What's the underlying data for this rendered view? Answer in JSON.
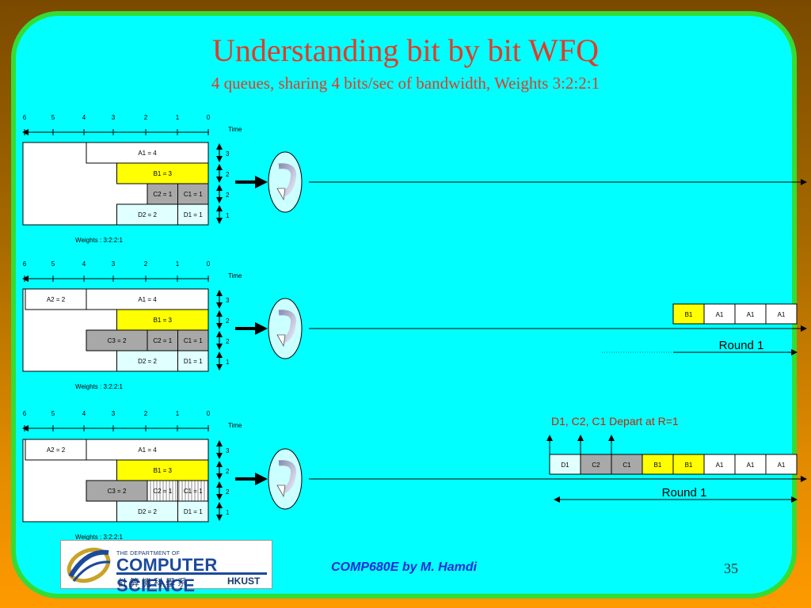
{
  "title": "Understanding bit by bit WFQ",
  "subtitle": "4 queues, sharing 4 bits/sec of bandwidth, Weights 3:2:2:1",
  "footer": "COMP680E by M. Hamdi",
  "page_number": "35",
  "logo": {
    "dept_line": "THE DEPARTMENT OF",
    "name": "COMPUTER SCIENCE",
    "chinese": "計算機科學系",
    "school": "HKUST",
    "icon": "hkust-logo-icon"
  },
  "timeline": {
    "ticks": [
      "6",
      "5",
      "4",
      "3",
      "2",
      "1",
      "0"
    ],
    "label": "Time"
  },
  "panels": [
    {
      "weights": "Weights : 3:2:2:1",
      "queues": [
        {
          "weight": "3",
          "packets": [
            {
              "label": "A1 = 4",
              "start": 0,
              "end": 4,
              "color": "#ffffff"
            }
          ]
        },
        {
          "weight": "2",
          "packets": [
            {
              "label": "B1  = 3",
              "start": 0,
              "end": 3,
              "color": "#ffff00"
            }
          ]
        },
        {
          "weight": "2",
          "packets": [
            {
              "label": "C1 = 1",
              "start": 0,
              "end": 1,
              "color": "#a8a8a8"
            },
            {
              "label": "C2 = 1",
              "start": 1,
              "end": 2,
              "color": "#a8a8a8"
            }
          ]
        },
        {
          "weight": "1",
          "packets": [
            {
              "label": "D1 = 1",
              "start": 0,
              "end": 1,
              "color": "#e0ffff"
            },
            {
              "label": "D2 = 2",
              "start": 1,
              "end": 3,
              "color": "#e0ffff"
            }
          ]
        }
      ],
      "output": [],
      "round_label": "",
      "depart_label": ""
    },
    {
      "weights": "Weights : 3:2:2:1",
      "queues": [
        {
          "weight": "3",
          "packets": [
            {
              "label": "A1 = 4",
              "start": 0,
              "end": 4,
              "color": "#ffffff"
            },
            {
              "label": "A2 = 2",
              "start": 4,
              "end": 6,
              "color": "#ffffff"
            }
          ]
        },
        {
          "weight": "2",
          "packets": [
            {
              "label": "B1  = 3",
              "start": 0,
              "end": 3,
              "color": "#ffff00"
            }
          ]
        },
        {
          "weight": "2",
          "packets": [
            {
              "label": "C1 = 1",
              "start": 0,
              "end": 1,
              "color": "#a8a8a8"
            },
            {
              "label": "C2 = 1",
              "start": 1,
              "end": 2,
              "color": "#a8a8a8"
            },
            {
              "label": "C3 = 2",
              "start": 2,
              "end": 4,
              "color": "#a8a8a8"
            }
          ]
        },
        {
          "weight": "1",
          "packets": [
            {
              "label": "D1 = 1",
              "start": 0,
              "end": 1,
              "color": "#e0ffff"
            },
            {
              "label": "D2 = 2",
              "start": 1,
              "end": 3,
              "color": "#e0ffff"
            }
          ]
        }
      ],
      "output": [
        {
          "label": "B1",
          "color": "#ffff00"
        },
        {
          "label": "A1",
          "color": "#ffffff"
        },
        {
          "label": "A1",
          "color": "#ffffff"
        },
        {
          "label": "A1",
          "color": "#ffffff"
        }
      ],
      "round_label": "Round 1",
      "depart_label": ""
    },
    {
      "weights": "Weights : 3:2:2:1",
      "queues": [
        {
          "weight": "3",
          "packets": [
            {
              "label": "A1 = 4",
              "start": 0,
              "end": 4,
              "color": "#ffffff"
            },
            {
              "label": "A2 = 2",
              "start": 4,
              "end": 6,
              "color": "#ffffff"
            }
          ]
        },
        {
          "weight": "2",
          "packets": [
            {
              "label": "B1  = 3",
              "start": 0,
              "end": 3,
              "color": "#ffff00"
            }
          ]
        },
        {
          "weight": "2",
          "packets": [
            {
              "label": "C1 = 1",
              "start": 0,
              "end": 1,
              "color": "#ffffff",
              "hatched": true
            },
            {
              "label": "C2 = 1",
              "start": 1,
              "end": 2,
              "color": "#ffffff",
              "hatched": true
            },
            {
              "label": "C3 = 2",
              "start": 2,
              "end": 4,
              "color": "#a8a8a8"
            }
          ]
        },
        {
          "weight": "1",
          "packets": [
            {
              "label": "D1 = 1",
              "start": 0,
              "end": 1,
              "color": "#e0ffff"
            },
            {
              "label": "D2 = 2",
              "start": 1,
              "end": 3,
              "color": "#e0ffff"
            }
          ]
        }
      ],
      "output": [
        {
          "label": "D1",
          "color": "#e0ffff"
        },
        {
          "label": "C2",
          "color": "#a8a8a8"
        },
        {
          "label": "C1",
          "color": "#a8a8a8"
        },
        {
          "label": "B1",
          "color": "#ffff00"
        },
        {
          "label": "B1",
          "color": "#ffff00"
        },
        {
          "label": "A1",
          "color": "#ffffff"
        },
        {
          "label": "A1",
          "color": "#ffffff"
        },
        {
          "label": "A1",
          "color": "#ffffff"
        }
      ],
      "round_label": "Round 1",
      "depart_label": "D1,   C2, C1 Depart at R=1"
    }
  ],
  "colors": {
    "slide_bg": "#00ffff",
    "border": "#33dd33",
    "title": "#e03c28",
    "footer": "#1c2bd8",
    "server_fill": "#ccffff"
  }
}
